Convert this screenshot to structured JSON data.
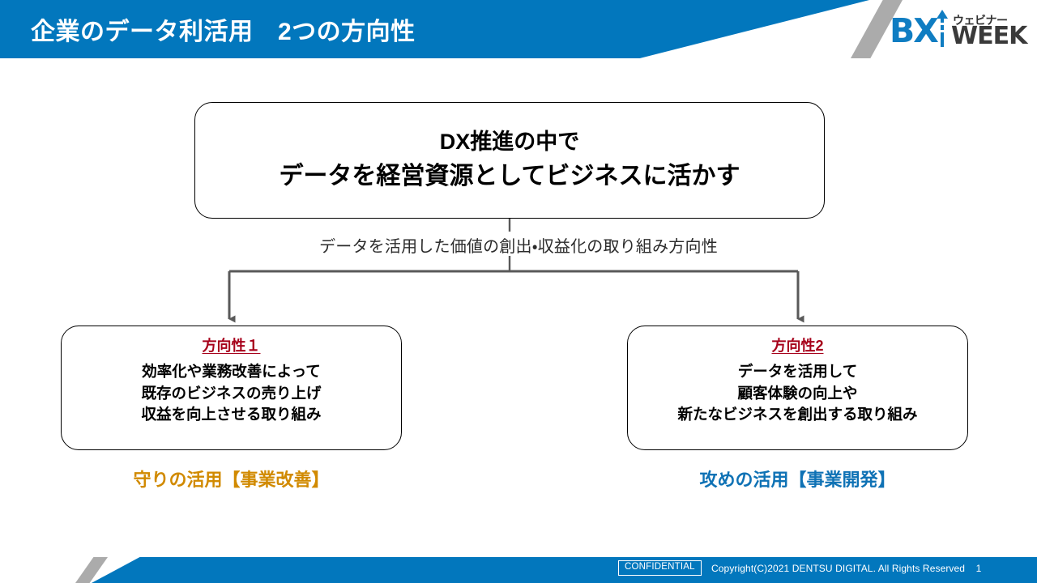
{
  "header": {
    "title": "企業のデータ利活用　2つの方向性",
    "bg_color": "#0277BD",
    "accent_color": "#ABABAB"
  },
  "logo": {
    "mark": "BX",
    "webinar_text": "ウェビナー",
    "week_text": "WEEK",
    "mark_color": "#0F7DC2",
    "word_color": "#3A3A3A"
  },
  "diagram": {
    "top_box": {
      "line1": "DX推進の中で",
      "line2": "データを経営資源としてビジネスに活かす"
    },
    "middle_label": "データを活用した価値の創出・収益化の取り組み方向性",
    "branches": [
      {
        "heading": "方向性１",
        "heading_color": "#A6001A",
        "line1": "効率化や業務改善によって",
        "line2": "既存のビジネスの売り上げ",
        "line3": "収益を向上させる取り組み",
        "caption": "守りの活用【事業改善】",
        "caption_color": "#D18A00"
      },
      {
        "heading": "方向性2",
        "heading_color": "#A6001A",
        "line1": "データを活用して",
        "line2": "顧客体験の向上や",
        "line3": "新たなビジネスを創出する取り組み",
        "caption": "攻めの活用【事業開発】",
        "caption_color": "#0F72B5"
      }
    ]
  },
  "footer": {
    "confidential": "CONFIDENTIAL",
    "copyright": "Copyright(C)2021 DENTSU DIGITAL. All Rights Reserved",
    "page_number": "1",
    "bg_color": "#0277BD"
  }
}
